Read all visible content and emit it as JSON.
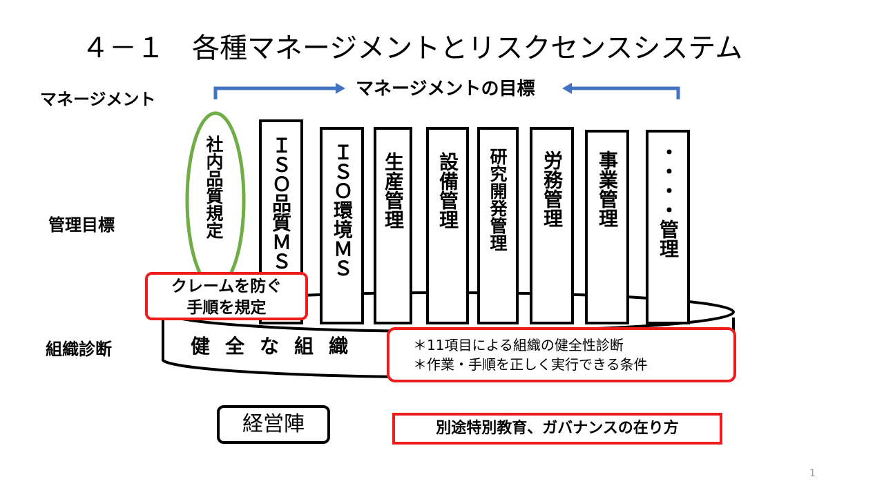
{
  "slide": {
    "title": "４－１　各種マネージメントとリスクセンスシステム",
    "page_number": "1"
  },
  "row_labels": {
    "management": "マネージメント",
    "goals": "管理目標",
    "org_diagnosis": "組織診断"
  },
  "goal_header": "マネージメントの目標",
  "pillars": [
    {
      "label": "社内品質規定",
      "shape": "ellipse",
      "color": "#70ad47"
    },
    {
      "label": "ＩＳＯ品質ＭＳ",
      "shape": "rect"
    },
    {
      "label": "ＩＳＯ環境ＭＳ",
      "shape": "rect"
    },
    {
      "label": "生産管理",
      "shape": "rect"
    },
    {
      "label": "設備管理",
      "shape": "rect"
    },
    {
      "label": "研究開発管理",
      "shape": "rect"
    },
    {
      "label": "労務管理",
      "shape": "rect"
    },
    {
      "label": "事業管理",
      "shape": "rect"
    },
    {
      "label": "・・・・管理",
      "shape": "rect"
    }
  ],
  "claim_box": {
    "line1": "クレームを防ぐ",
    "line2": "手順を規定"
  },
  "organization": {
    "label": "健全な組織",
    "diagnosis_lines": [
      "＊11項目による組織の健全性診断",
      "＊作業・手順を正しく実行できる条件"
    ]
  },
  "management_box": "経営陣",
  "education_box": "別途特別教育、ガバナンスの在り方",
  "colors": {
    "accent_red": "#ee1c1c",
    "arrow_blue": "#4472c4",
    "ellipse_green": "#70ad47"
  }
}
